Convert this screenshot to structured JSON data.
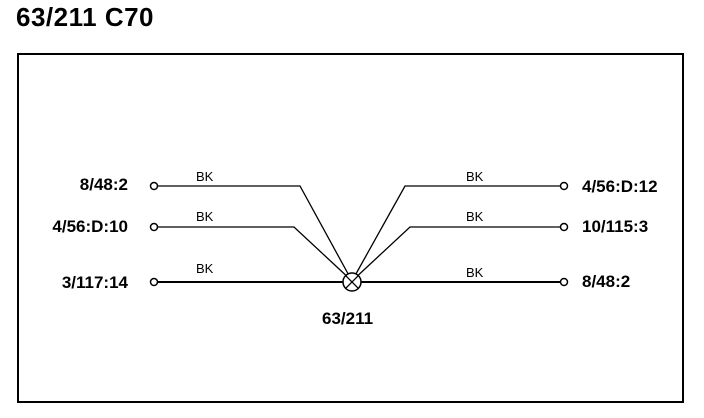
{
  "title": "63/211 C70",
  "splice": {
    "label": "63/211"
  },
  "left": [
    {
      "label": "8/48:2",
      "color": "BK"
    },
    {
      "label": "4/56:D:10",
      "color": "BK"
    },
    {
      "label": "3/117:14",
      "color": "BK"
    }
  ],
  "right": [
    {
      "label": "4/56:D:12",
      "color": "BK"
    },
    {
      "label": "10/115:3",
      "color": "BK"
    },
    {
      "label": "8/48:2",
      "color": "BK"
    }
  ]
}
